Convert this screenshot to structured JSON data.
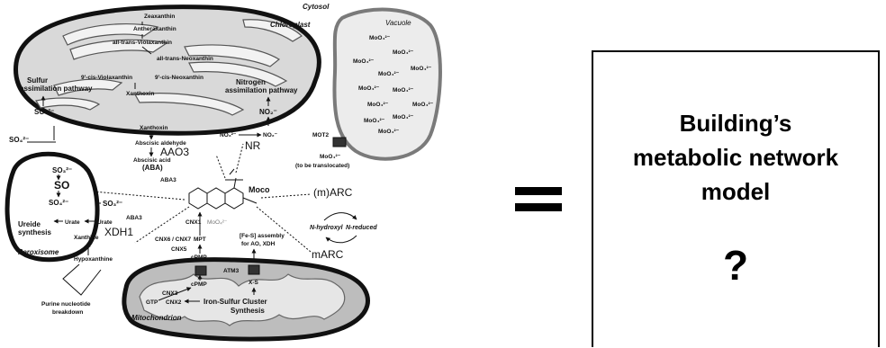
{
  "diagram": {
    "compartments": {
      "cytosol": "Cytosol",
      "chloroplast": "Chloroplast",
      "vacuole": "Vacuole",
      "peroxisome": "Peroxisome",
      "mitochondrion": "Mitochondrion"
    },
    "chloroplast": {
      "carotenoids": [
        "Zeaxanthin",
        "Antheraxanthin",
        "all-trans-Violaxanthin",
        "all-trans-Neoxanthin",
        "9'-cis-Violaxanthin",
        "9'-cis-Neoxanthin",
        "Xanthoxin"
      ],
      "sulfur_pathway": [
        "Sulfur",
        "assimilation pathway"
      ],
      "nitrogen_pathway": [
        "Nitrogen",
        "assimilation pathway"
      ],
      "so4_in": "SO₄²⁻",
      "no2_in": "NO₂⁻"
    },
    "vacuole_moo4": "MoO₄²⁻",
    "cytosol": {
      "so4_out": "SO₄²⁻",
      "xanthoxin": "Xanthoxin",
      "abscisic_aldehyde": "Abscisic aldehyde",
      "aao3": "AAO3",
      "abscisic_acid": [
        "Abscisic acid",
        "(ABA)"
      ],
      "no3": "NO₃²⁻",
      "nr": "NR",
      "no2": "NO₂⁻",
      "mot2": "MOT2",
      "mot2_moo4": "MoO₄²⁻",
      "mot2_note": "(to be translocated)",
      "aba3_top": "ABA3",
      "aba3_bottom": "ABA3",
      "moco": "Moco",
      "marc_top": "(m)ARC",
      "n_hydroxyl": "N-hydroxyl",
      "n_reduced": "N-reduced",
      "marc": "mARC",
      "cnx1": "CNX1",
      "moo4_small": "MoO₄²⁻",
      "mpt": "MPT",
      "cnx6_7": "CNX6 / CNX7",
      "cnx5": "CNX5",
      "cpmp_top": "cPMP",
      "fes_assembly": "[Fe-S] assembly",
      "fes_for": "for AO, XDH",
      "xdh1": "XDH1",
      "so3": "SO₃²⁻"
    },
    "peroxisome": {
      "so3": "SO₃²⁻",
      "so": "SO",
      "so4": "SO₄²⁻",
      "ureide": [
        "Ureide",
        "synthesis"
      ],
      "urate_in": "Urate",
      "urate_out": "Urate"
    },
    "purine": {
      "xanthine": "Xanthine",
      "hypoxanthine": "Hypoxanthine",
      "label": [
        "Purine nucleotide",
        "breakdown"
      ]
    },
    "mitochondrion": {
      "atm3": "ATM3",
      "xs": "X-S",
      "cpmp": "cPMP",
      "cnx3": "CNX3",
      "gtp": "GTP",
      "cnx2": "CNX2",
      "fes_cluster": [
        "Iron-Sulfur Cluster",
        "Synthesis"
      ]
    }
  },
  "result_box": {
    "title_lines": [
      "Building’s",
      "metabolic network",
      "model"
    ],
    "question": "?"
  }
}
